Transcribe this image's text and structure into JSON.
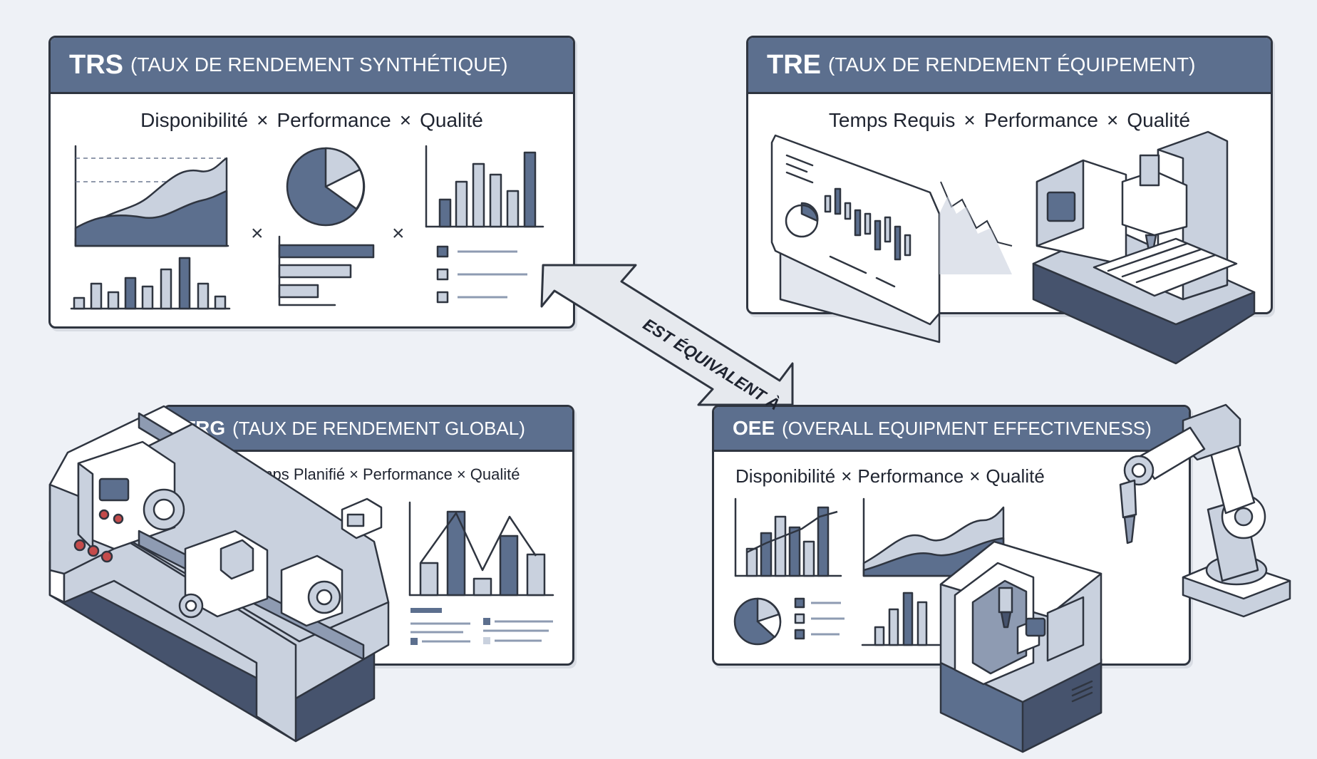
{
  "panels": {
    "trs": {
      "abbr": "TRS",
      "full": "(TAUX DE RENDEMENT SYNTHÉTIQUE)",
      "formula": [
        "Disponibilité",
        "Performance",
        "Qualité"
      ]
    },
    "tre": {
      "abbr": "TRE",
      "full": "(TAUX DE RENDEMENT ÉQUIPEMENT)",
      "formula": [
        "Temps Requis",
        "Performance",
        "Qualité"
      ]
    },
    "trg": {
      "abbr": "TRG",
      "full": "(TAUX DE RENDEMENT GLOBAL)",
      "formula": [
        "Temps Planifié",
        "Performance",
        "Qualité"
      ]
    },
    "oee": {
      "abbr": "OEE",
      "full": "(OVERALL EQUIPMENT EFFECTIVENESS)",
      "formula": [
        "Disponibilité",
        "Performance",
        "Qualité"
      ]
    }
  },
  "operator": "×",
  "arrow": {
    "label": "EST ÉQUIVALENT À"
  },
  "colors": {
    "header": "#5c6f8e",
    "accent": "#5c6f8e",
    "light": "#c9d1de",
    "outline": "#2f3540",
    "background": "#eef1f6"
  },
  "icons": [
    "area-chart-icon",
    "pie-chart-icon",
    "bar-chart-icon",
    "horizontal-bar-chart-icon",
    "checklist-icon",
    "dashboard-screen-icon",
    "cnc-milling-machine-icon",
    "lathe-machine-icon",
    "robot-arm-icon",
    "machining-center-icon"
  ]
}
